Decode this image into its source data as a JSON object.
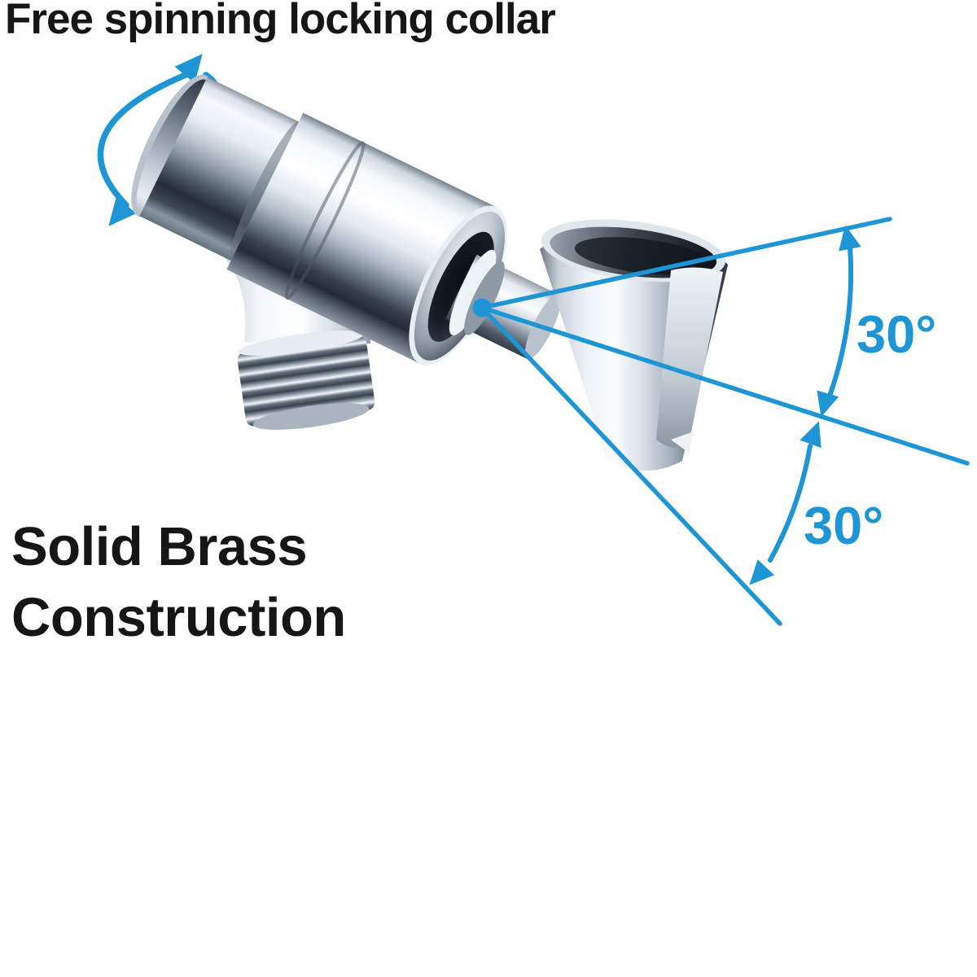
{
  "page": {
    "background_color": "#ffffff"
  },
  "colors": {
    "accent": "#1e95d4",
    "text": "#161616"
  },
  "callouts": {
    "title": "Free spinning locking collar",
    "material_line1": "Solid Brass",
    "material_line2": "Construction",
    "upper_angle_label": "30°",
    "lower_angle_label": "30°"
  },
  "icons": {
    "rotation_arrow": "curved-double-headed-arrow",
    "pivot_marker": "filled-dot",
    "angle_arrows": "arc-with-arrowheads"
  }
}
